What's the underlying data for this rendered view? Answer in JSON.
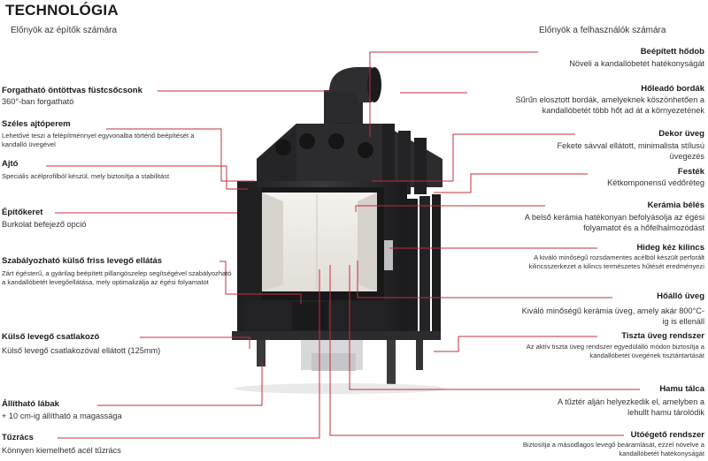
{
  "title": "TECHNOLÓGIA",
  "subtitle_left": "Előnyök az építők számára",
  "subtitle_right": "Előnyök a felhasználók számára",
  "left_features": [
    {
      "title": "Forgatható öntöttvas füstcsőcsonk",
      "desc": "360°-ban forgatható"
    },
    {
      "title": "Széles ajtóperem",
      "desc": "Lehetővé teszi a felépítménnyel egyvonalba történő beépítését a kandalló üvegével"
    },
    {
      "title": "Ajtó",
      "desc": "Speciális acélprofilból készül, mely biztosítja a stabilitást"
    },
    {
      "title": "Építőkeret",
      "desc": "Burkolat befejező opció"
    },
    {
      "title": "Szabályozható külső friss levegő ellátás",
      "desc": "Zárt égésterű, a gyárilag beépített pillangószelep segítségével szabályozható a kandallóbetét levegőellátása, mely optimalizálja az égési folyamatot"
    },
    {
      "title": "Külső levegő csatlakozó",
      "desc": "Külső levegő csatlakozóval ellátott (125mm)"
    },
    {
      "title": "Állítható lábak",
      "desc": "+ 10 cm-ig állítható a magassága"
    },
    {
      "title": "Tűzrács",
      "desc": "Könnyen kiemelhető acél tűzrács"
    }
  ],
  "right_features": [
    {
      "title": "Beépített hődob",
      "desc": "Növeli a kandallóbetét hatékonyságát"
    },
    {
      "title": "Hőleadó bordák",
      "desc": "Sűrűn elosztott bordák, amelyeknek köszönhetően a kandallóbetét több hőt ad át a környezetének"
    },
    {
      "title": "Dekor üveg",
      "desc": "Fekete sávval ellátott, minimalista stílusú üvegezés"
    },
    {
      "title": "Festék",
      "desc": "Kétkomponensű védőréteg"
    },
    {
      "title": "Kerámia bélés",
      "desc": "A belső kerámia hatékonyan befolyásolja az égési folyamatot és a hőfelhalmozódást"
    },
    {
      "title": "Hideg kéz kilincs",
      "desc": "A kiváló minőségű rozsdamentes acélból készült perforált kilincsszerkezet a kilincs természetes hűtését eredményezi"
    },
    {
      "title": "Hőálló üveg",
      "desc": "Kiváló minőségű kerámia üveg, amely akár 800°C-ig is ellenáll"
    },
    {
      "title": "Tiszta üveg rendszer",
      "desc": "Az aktív tiszta üveg rendszer egyedülálló módon biztosítja a kandallóbetét üvegének tisztántartását"
    },
    {
      "title": "Hamu tálca",
      "desc": "A tűztér alján helyezkedik el, amelyben a lehullt hamu tárolódik"
    },
    {
      "title": "Utóégető rendszer",
      "desc": "Biztosítja a másodlagos levegő beáramlását, ezzel növelve a kandallóbetét hatékonyságát"
    }
  ],
  "colors": {
    "leader": "#c0303a",
    "stove": "#2a2a2c",
    "accent": "#c0303a"
  }
}
